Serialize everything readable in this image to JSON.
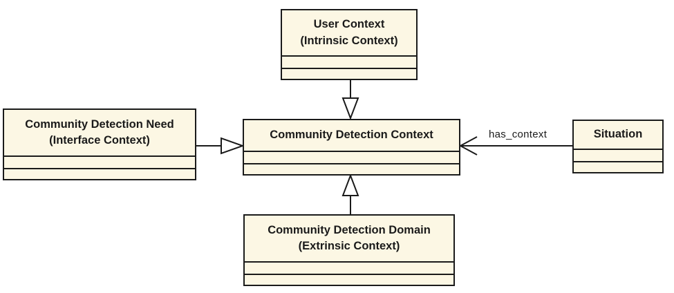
{
  "diagram": {
    "classes": {
      "user_context": {
        "line1": "User Context",
        "line2": "(Intrinsic Context)"
      },
      "cd_need": {
        "line1": "Community Detection Need",
        "line2": "(Interface Context)"
      },
      "cd_context": {
        "line1": "Community Detection Context"
      },
      "situation": {
        "line1": "Situation"
      },
      "cd_domain": {
        "line1": "Community Detection Domain",
        "line2": "(Extrinsic Context)"
      }
    },
    "relations": {
      "situation_to_context": {
        "label": "has_context"
      }
    },
    "colors": {
      "class_fill": "#fcf7e4",
      "line": "#1a1a1a"
    }
  }
}
